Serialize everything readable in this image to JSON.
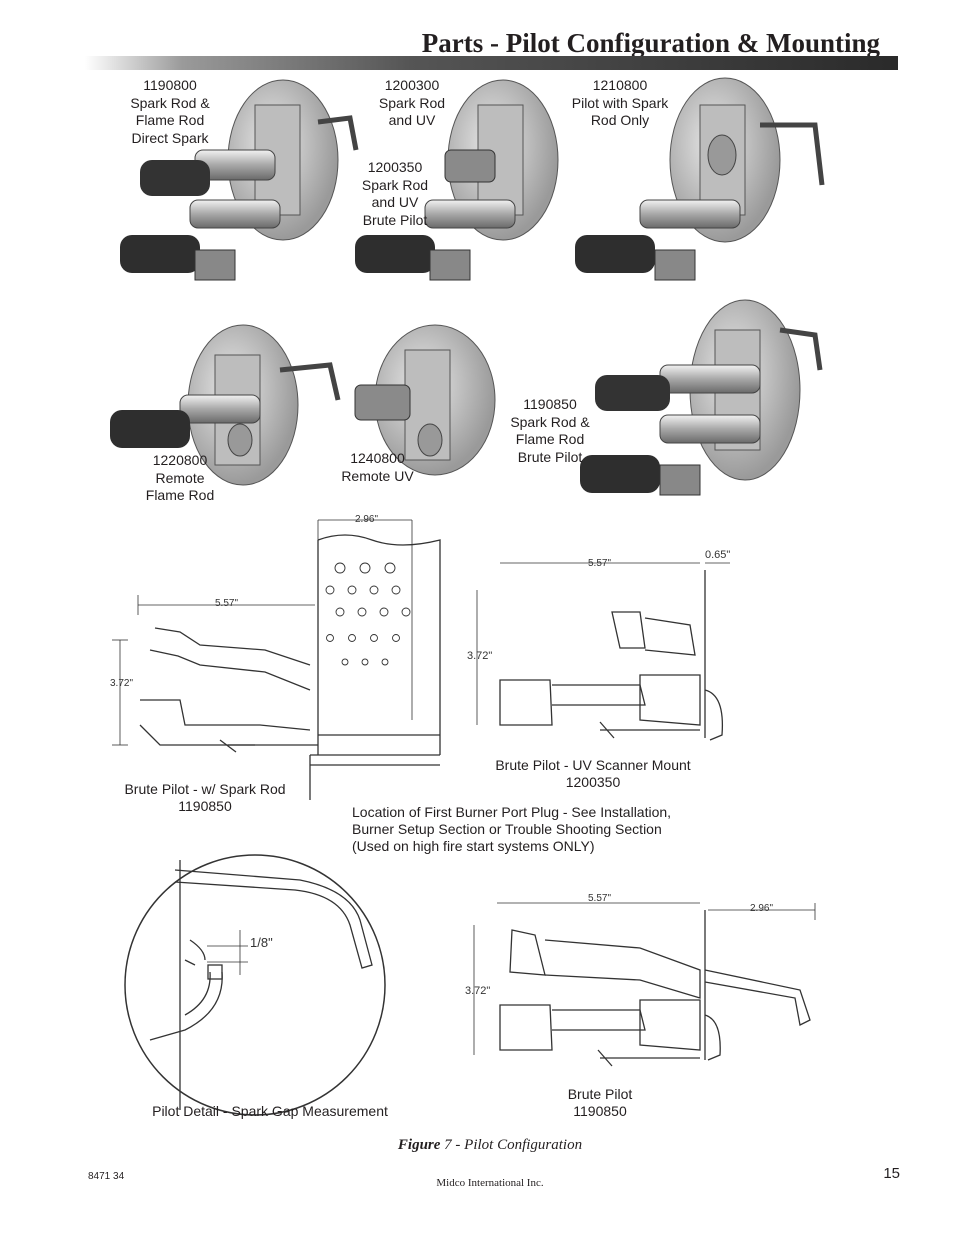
{
  "header": {
    "title": "Parts - Pilot Configuration  &  Mounting"
  },
  "photos": [
    {
      "lines": "1190800\nSpark Rod &\nFlame Rod\nDirect Spark"
    },
    {
      "lines": "1200300\nSpark Rod\nand UV"
    },
    {
      "lines": "1210800\nPilot with Spark\nRod Only"
    },
    {
      "lines": "1200350\nSpark Rod\nand UV\nBrute Pilot"
    },
    {
      "lines": "1190850\nSpark Rod &\nFlame Rod\nBrute Pilot"
    },
    {
      "lines": "1220800\nRemote\nFlame Rod"
    },
    {
      "lines": "1240800\nRemote UV"
    }
  ],
  "diagrams": {
    "spark_rod": {
      "width_top": "2.96\"",
      "length": "5.57\"",
      "height": "3.72\"",
      "caption": "Brute Pilot - w/ Spark Rod\n1190850"
    },
    "uv_scanner": {
      "length": "5.57\"",
      "offset": "0.65\"",
      "height": "3.72\"",
      "caption": "Brute Pilot - UV Scanner Mount\n1200350"
    },
    "port_plug_note": "Location of First  Burner Port Plug - See Installation,\nBurner Setup Section or Trouble Shooting Section\n(Used on high fire start systems ONLY)",
    "detail": {
      "gap": "1/8\"",
      "caption": "Pilot Detail - Spark Gap Measurement"
    },
    "brute": {
      "length": "5.57\"",
      "width": "2.96\"",
      "height": "3.72\"",
      "caption": "Brute Pilot\n1190850"
    }
  },
  "figure": {
    "label": "Figure",
    "number": "7",
    "text": " - Pilot Configuration"
  },
  "footer": {
    "doc_number": "8471 34",
    "company": "Midco International Inc.",
    "page": "15"
  }
}
